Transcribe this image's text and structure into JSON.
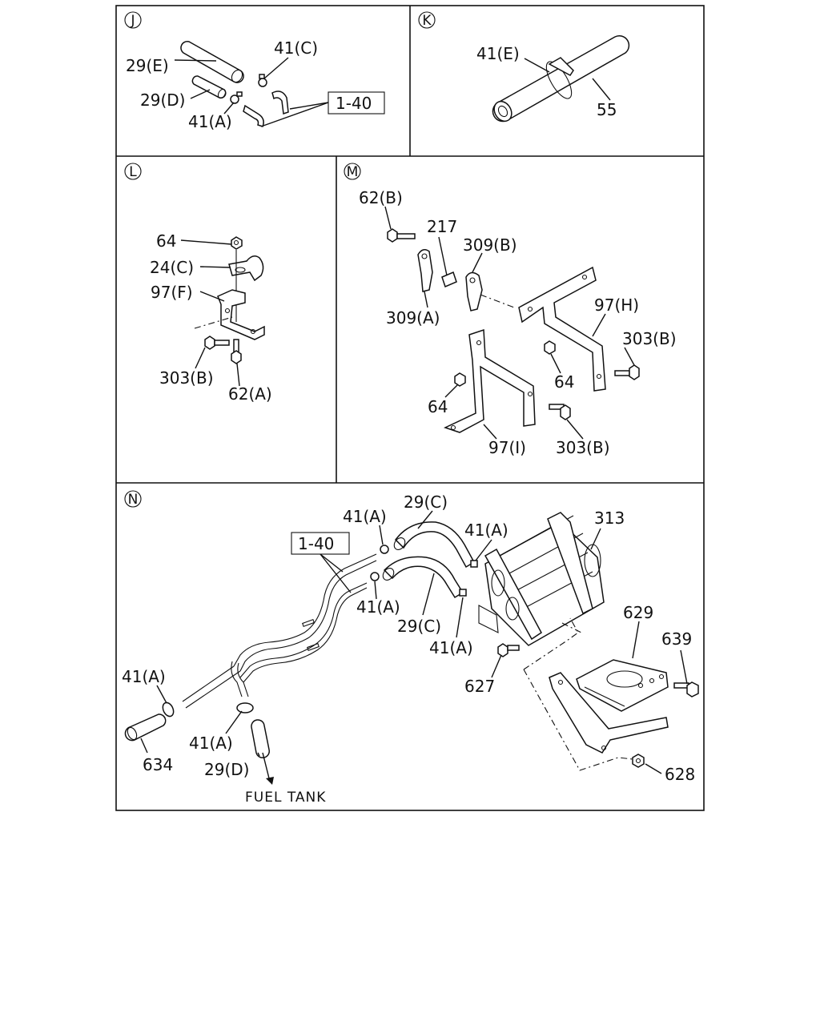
{
  "panels": {
    "J": {
      "letter": "J",
      "labels": [
        "29(E)",
        "41(C)",
        "29(D)",
        "41(A)",
        "1-40"
      ]
    },
    "K": {
      "letter": "K",
      "labels": [
        "41(E)",
        "55"
      ]
    },
    "L": {
      "letter": "L",
      "labels": [
        "64",
        "24(C)",
        "97(F)",
        "303(B)",
        "62(A)"
      ]
    },
    "M": {
      "letter": "M",
      "labels": [
        "62(B)",
        "217",
        "309(B)",
        "309(A)",
        "97(H)",
        "303(B)",
        "64",
        "64",
        "97(I)",
        "303(B)"
      ]
    },
    "N": {
      "letter": "N",
      "labels": [
        "41(A)",
        "29(C)",
        "313",
        "41(A)",
        "1-40",
        "41(A)",
        "29(C)",
        "41(A)",
        "629",
        "639",
        "627",
        "41(A)",
        "634",
        "41(A)",
        "29(D)",
        "628",
        "FUEL TANK"
      ]
    }
  }
}
